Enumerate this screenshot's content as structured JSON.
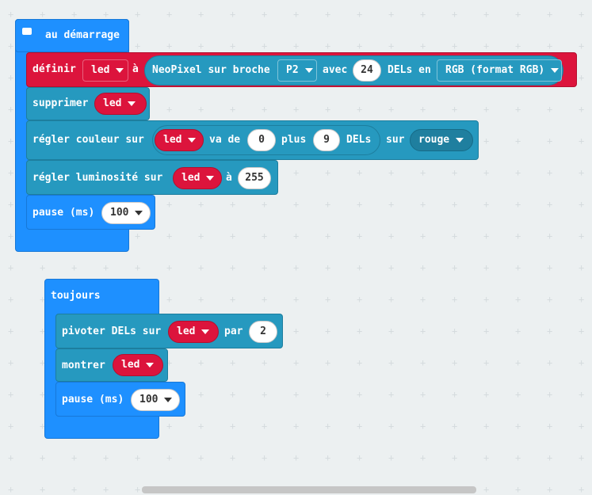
{
  "start": {
    "title": "au démarrage",
    "icon": "comment-icon",
    "set": {
      "label": "définir",
      "var": "led",
      "to": "à",
      "neopixel": "NeoPixel sur broche",
      "pin": "P2",
      "with": "avec",
      "count": "24",
      "leds_in": "DELs en",
      "format": "RGB (format RGB)"
    },
    "clear": {
      "label": "supprimer",
      "var": "led"
    },
    "color": {
      "label": "régler couleur sur",
      "var": "led",
      "from": "va de",
      "start": "0",
      "plus": "plus",
      "length": "9",
      "leds": "DELs",
      "on": "sur",
      "color": "rouge"
    },
    "brightness": {
      "label": "régler luminosité sur",
      "var": "led",
      "to": "à",
      "value": "255"
    },
    "pause": {
      "label": "pause (ms)",
      "value": "100"
    }
  },
  "forever": {
    "title": "toujours",
    "rotate": {
      "label": "pivoter DELs sur",
      "var": "led",
      "by": "par",
      "value": "2"
    },
    "show": {
      "label": "montrer",
      "var": "led"
    },
    "pause": {
      "label": "pause (ms)",
      "value": "100"
    }
  },
  "colors": {
    "events": "#1e90ff",
    "neopixel": "#2699bf",
    "variable": "#dc143c",
    "background": "#ecf0f1"
  }
}
